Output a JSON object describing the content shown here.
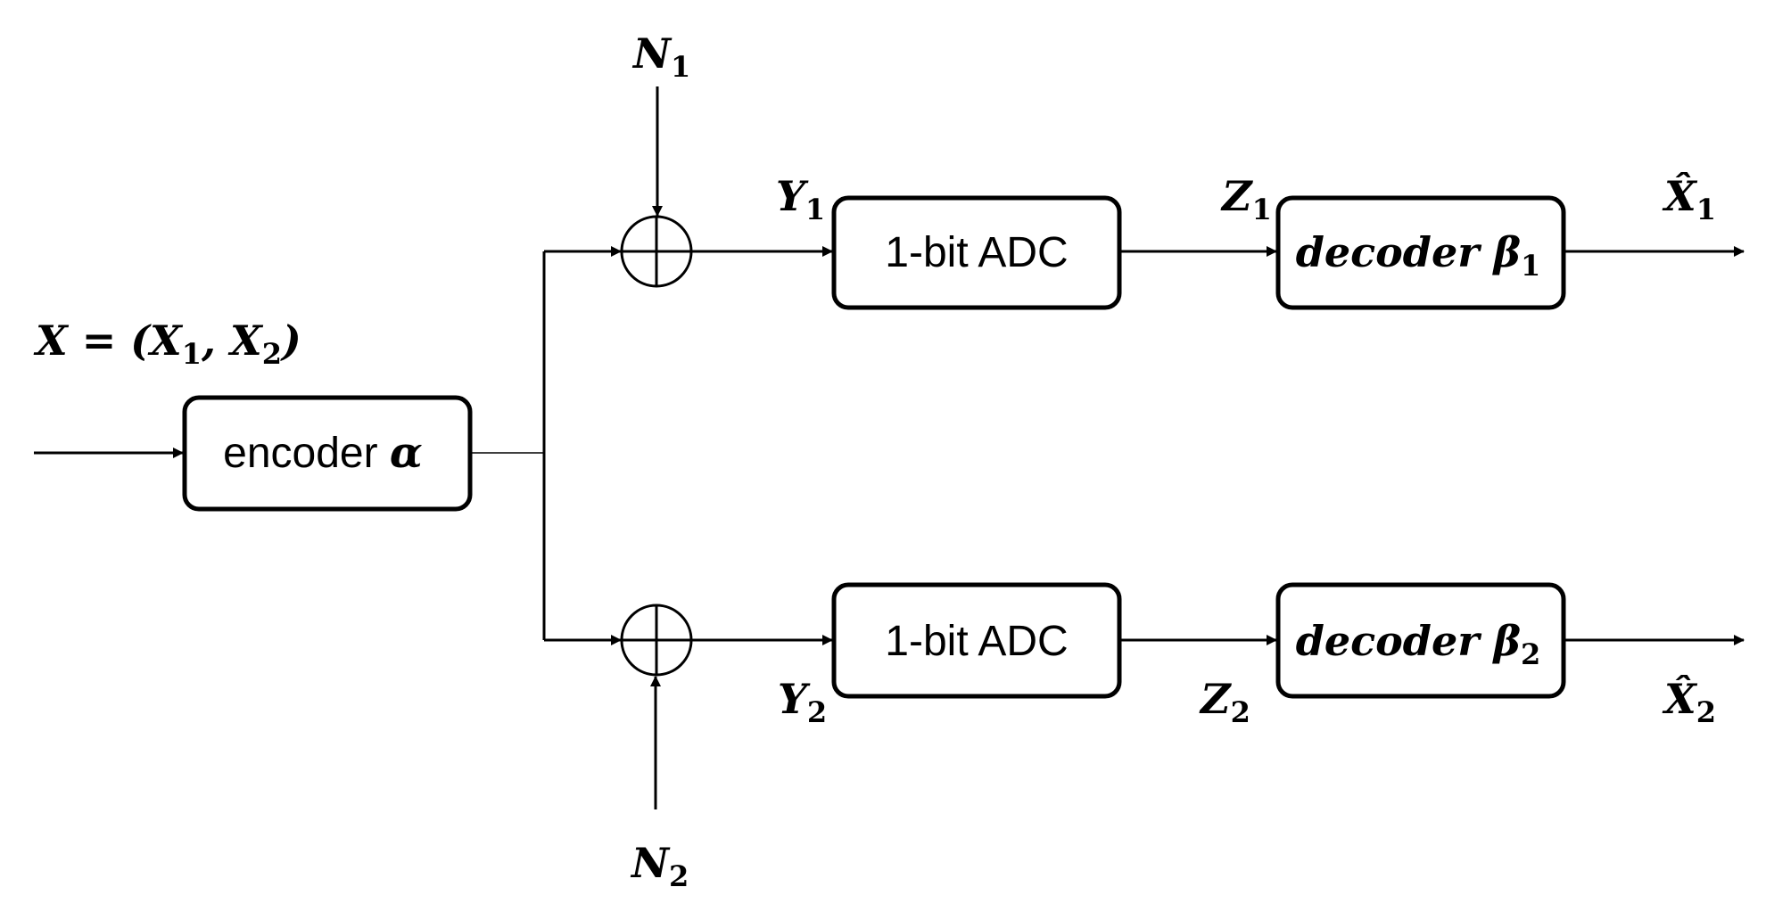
{
  "diagram": {
    "input_label": {
      "main": "X = (X",
      "sub1": "1",
      "mid": ", X",
      "sub2": "2",
      "end": ")"
    },
    "encoder": {
      "text": "encoder ",
      "symbol": "α"
    },
    "noise_1": {
      "main": "N",
      "sub": "1"
    },
    "noise_2": {
      "main": "N",
      "sub": "2"
    },
    "y1": {
      "main": "Y",
      "sub": "1"
    },
    "y2": {
      "main": "Y",
      "sub": "2"
    },
    "adc_1": "1-bit ADC",
    "adc_2": "1-bit ADC",
    "z1": {
      "main": "Z",
      "sub": "1"
    },
    "z2": {
      "main": "Z",
      "sub": "2"
    },
    "decoder_1": {
      "text": "decoder ",
      "symbol": "β",
      "sub": "1"
    },
    "decoder_2": {
      "text": "decoder ",
      "symbol": "β",
      "sub": "2"
    },
    "out_1": {
      "main": "X̂",
      "sub": "1"
    },
    "out_2": {
      "main": "X̂",
      "sub": "2"
    }
  }
}
